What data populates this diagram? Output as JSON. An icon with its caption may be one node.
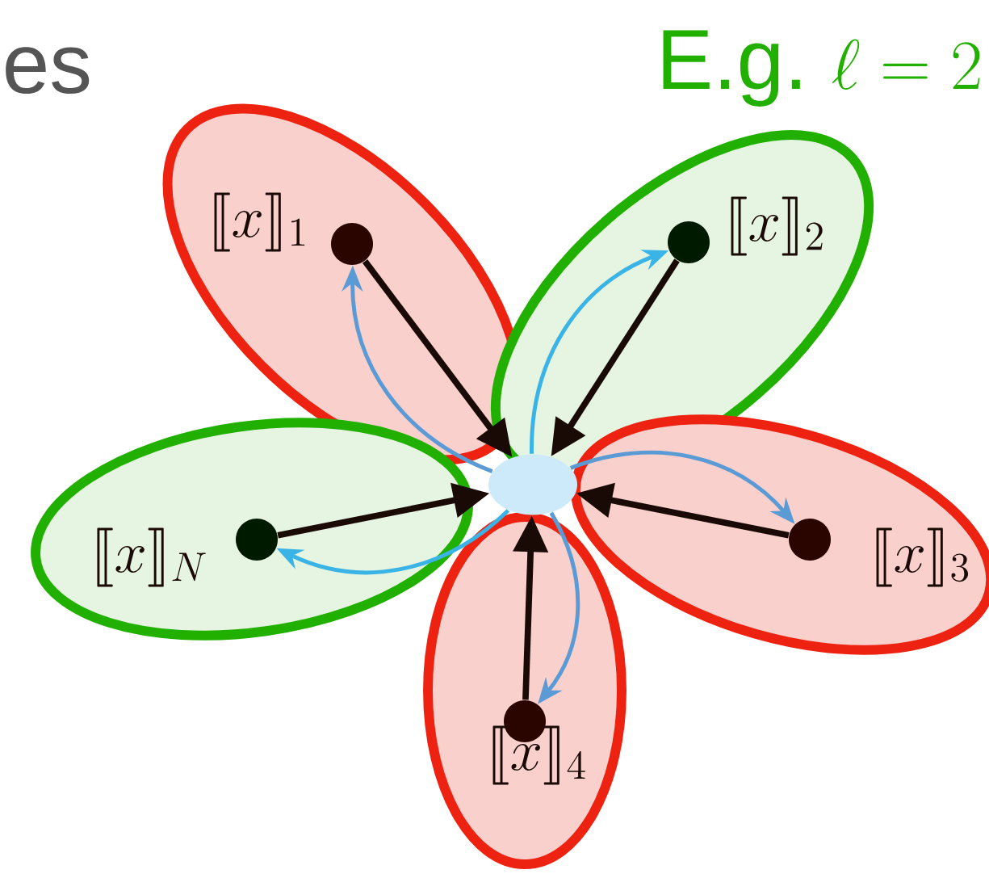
{
  "diagram": {
    "nodes": [
      {
        "text": [
          "\\llbracket x\\rrbracket_1"
        ]
      },
      {
        "text": [],
        "shape": "circle",
        "in": 0
      },
      {
        "text": [
          "\\llbracket x\\rrbracket_2"
        ]
      },
      {
        "text": [],
        "shape": "circle",
        "in": 2
      },
      {
        "text": [
          "\\llbracket x\\rrbracket_3"
        ]
      },
      {
        "text": [],
        "shape": "circle",
        "in": 4
      },
      {
        "text": [
          "\\llbracket x\\rrbracket_4"
        ]
      },
      {
        "text": [],
        "shape": "circle",
        "in": 6
      },
      {
        "text": [
          "\\llbracket x\\rrbracket_N"
        ]
      },
      {
        "text": [],
        "shape": "circle",
        "in": 8
      },
      {
        "text": [],
        "shape": "cloud"
      }
    ],
    "edges": [
      {
        "from": 1,
        "to": 10,
        "arrow": "to"
      },
      {
        "from": 10,
        "to": 1,
        "arrow": "to",
        "color": "#5b9bd5"
      },
      {
        "from": 3,
        "to": 10,
        "arrow": "to"
      },
      {
        "from": 10,
        "to": 3,
        "arrow": "to",
        "color": "#3ab4e6"
      },
      {
        "from": 5,
        "to": 10,
        "arrow": "to"
      },
      {
        "from": 10,
        "to": 5,
        "arrow": "to",
        "color": "#5b9bd5"
      },
      {
        "from": 7,
        "to": 10,
        "arrow": "to"
      },
      {
        "from": 10,
        "to": 7,
        "arrow": "to",
        "color": "#5b9bd5"
      },
      {
        "from": 9,
        "to": 10,
        "arrow": "to"
      },
      {
        "from": 10,
        "to": 9,
        "arrow": "to",
        "color": "#3ab4e6"
      }
    ],
    "labels": [
      "es",
      "E.g.",
      "\\ell = 2"
    ]
  }
}
